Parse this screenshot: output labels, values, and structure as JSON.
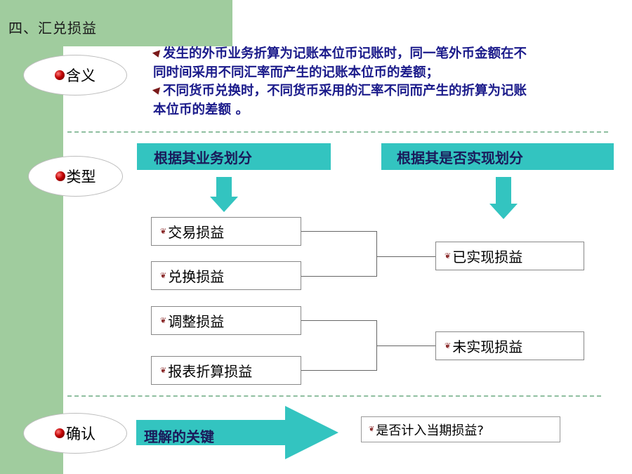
{
  "title": "四、汇兑损益",
  "sections": {
    "meaning": {
      "label": "含义",
      "lines": [
        "发生的外币业务折算为记账本位币记账时，同一笔外币金额在不",
        "同时间采用不同汇率而产生的记账本位币的差额；",
        "不同货币兑换时，不同货币采用的汇率不同而产生的折算为记账",
        "本位币的差额 。"
      ]
    },
    "types": {
      "label": "类型",
      "by_business": "根据其业务划分",
      "by_realization": "根据其是否实现划分",
      "business_items": [
        "交易损益",
        "兑换损益",
        "调整损益",
        "报表折算损益"
      ],
      "realization_items": [
        "已实现损益",
        "未实现损益"
      ]
    },
    "confirm": {
      "label": "确认",
      "key": "理解的关键",
      "question": "是否计入当期损益?"
    }
  },
  "colors": {
    "green": "#a0cc9e",
    "teal": "#33c4c0",
    "text_blue": "#1a1a8a"
  }
}
